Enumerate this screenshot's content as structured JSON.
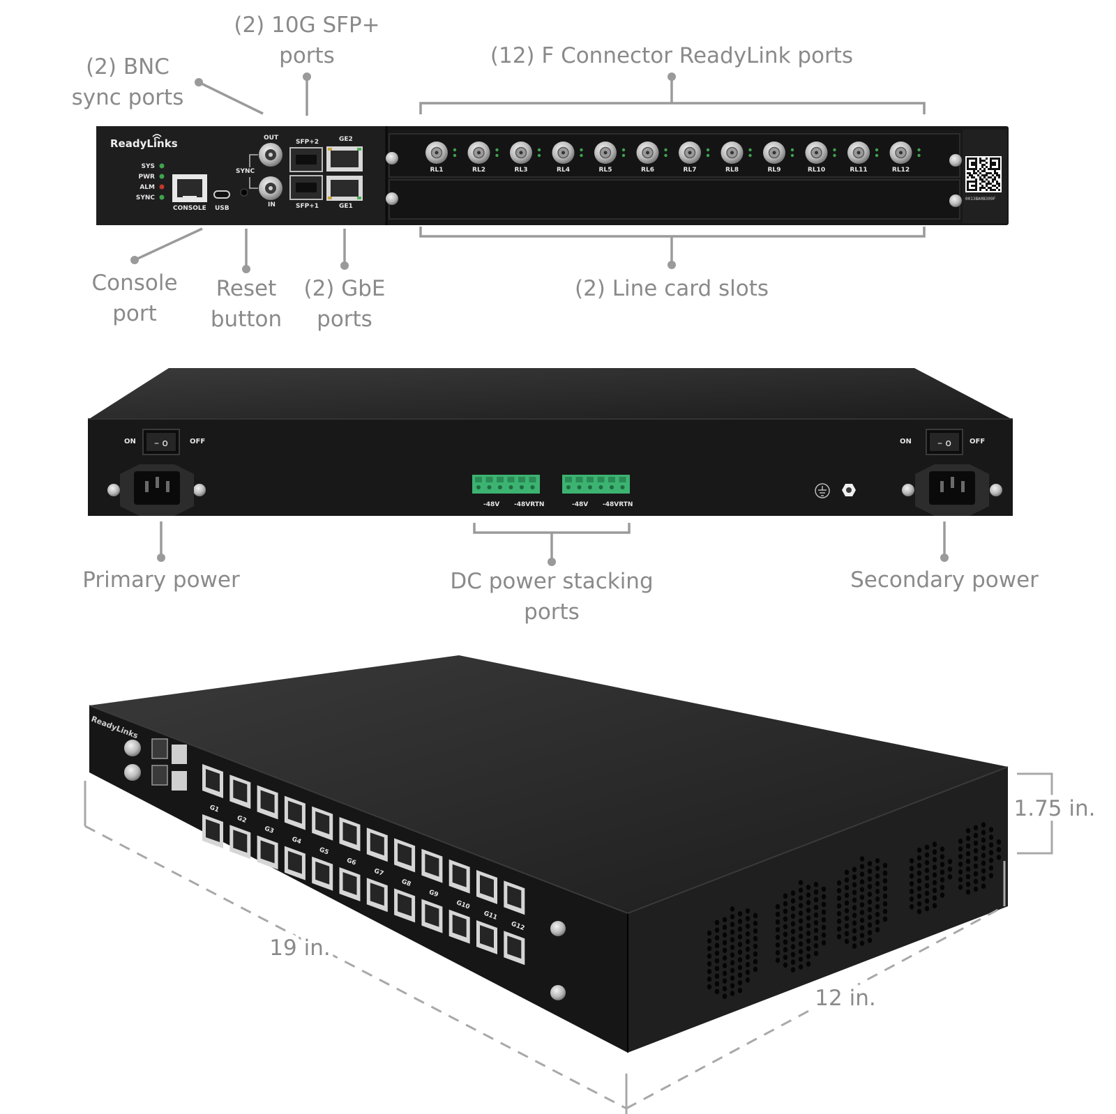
{
  "front_panel": {
    "brand": "ReadyLinks",
    "leds": [
      {
        "label": "SYS",
        "color": "#3fa34d"
      },
      {
        "label": "PWR",
        "color": "#3fa34d"
      },
      {
        "label": "ALM",
        "color": "#c0392b"
      },
      {
        "label": "SYNC",
        "color": "#3fa34d"
      }
    ],
    "console_label": "CONSOLE",
    "usb_label": "USB",
    "sync_label": "SYNC",
    "sync_out_label": "OUT",
    "sync_in_label": "IN",
    "sfp_top_label": "SFP+2",
    "sfp_bottom_label": "SFP+1",
    "ge_top_label": "GE2",
    "ge_bottom_label": "GE1",
    "rl_ports": [
      "RL1",
      "RL2",
      "RL3",
      "RL4",
      "RL5",
      "RL6",
      "RL7",
      "RL8",
      "RL9",
      "RL10",
      "RL11",
      "RL12"
    ],
    "serial": "0013BA0B309F"
  },
  "rear_panel": {
    "switch_on": "ON",
    "switch_off": "OFF",
    "dc_labels": [
      "-48V",
      "-48VRTN",
      "-48V",
      "-48VRTN"
    ]
  },
  "iso_view": {
    "brand": "ReadyLinks",
    "port_labels": [
      "G1",
      "G2",
      "G3",
      "G4",
      "G5",
      "G6",
      "G7",
      "G8",
      "G9",
      "G10",
      "G11",
      "G12"
    ]
  },
  "callouts": {
    "bnc": [
      "(2) BNC",
      "sync ports"
    ],
    "sfp": [
      "(2) 10G SFP+",
      "ports"
    ],
    "readylink": [
      "(12) F Connector ReadyLink ports"
    ],
    "console": [
      "Console",
      "port"
    ],
    "reset": [
      "Reset",
      "button"
    ],
    "gbe": [
      "(2) GbE",
      "ports"
    ],
    "line_cards": [
      "(2) Line card slots"
    ],
    "primary_power": [
      "Primary power"
    ],
    "dc_stacking": [
      "DC power stacking",
      "ports"
    ],
    "secondary_power": [
      "Secondary power"
    ]
  },
  "dimensions": {
    "height": "1.75 in.",
    "width": "19 in.",
    "depth": "12 in."
  },
  "colors": {
    "chassis": "#1a1a1a",
    "label_gray": "#8a8a8a",
    "terminal_green": "#3cb371"
  }
}
